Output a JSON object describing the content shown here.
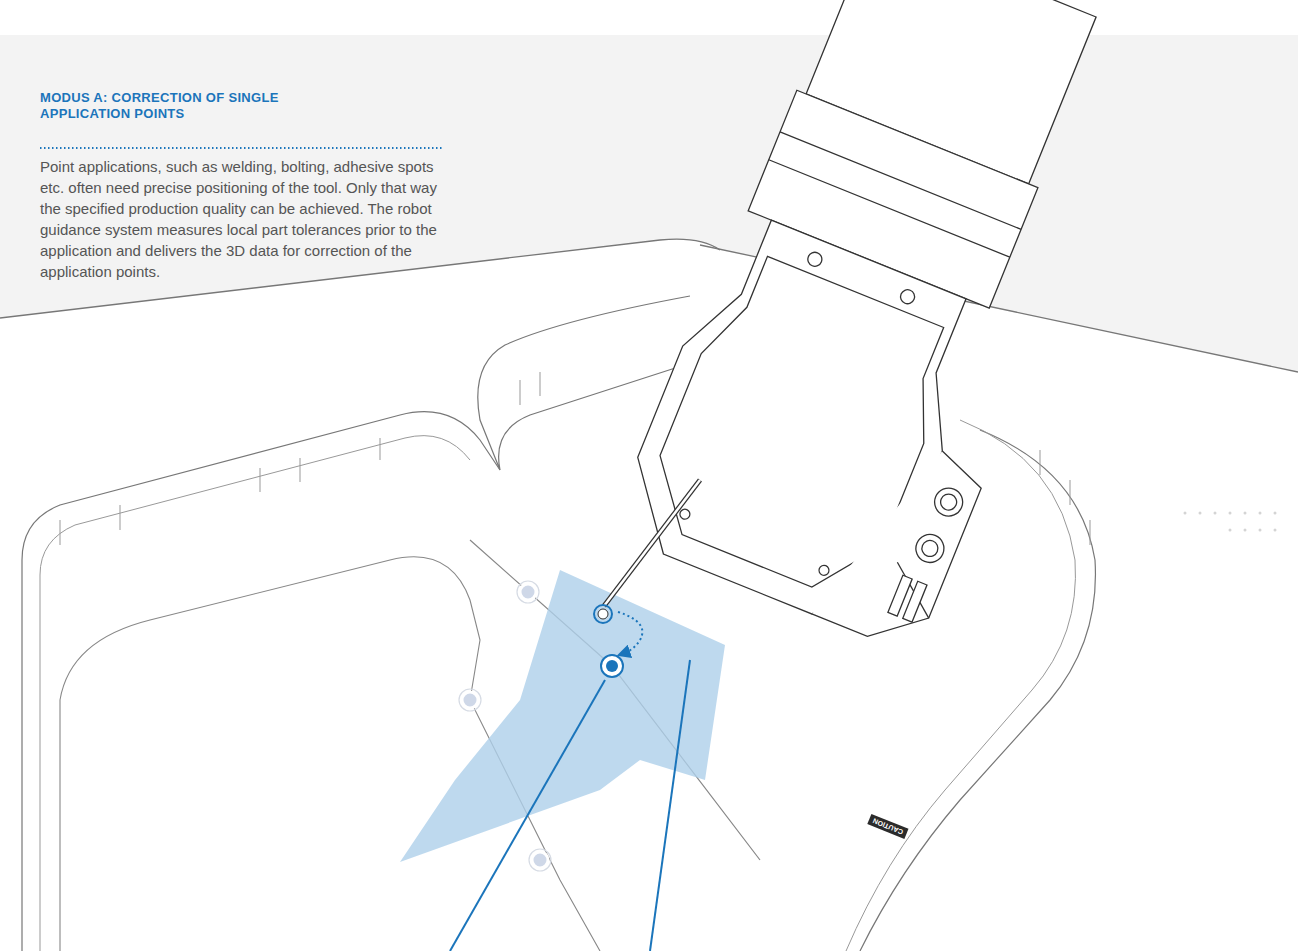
{
  "diagram": {
    "title": "MODUS A: CORRECTION OF SINGLE APPLICATION POINTS",
    "labels": [
      "Point applications, such as welding, bolting, adhesive spots etc. often need precise positioning of the tool. Only that way the specified production quality can be achieved. The robot guidance system measures local part tolerances prior to the application and delivers the 3D data for correction of the application points.",
      "CAUTION"
    ]
  }
}
